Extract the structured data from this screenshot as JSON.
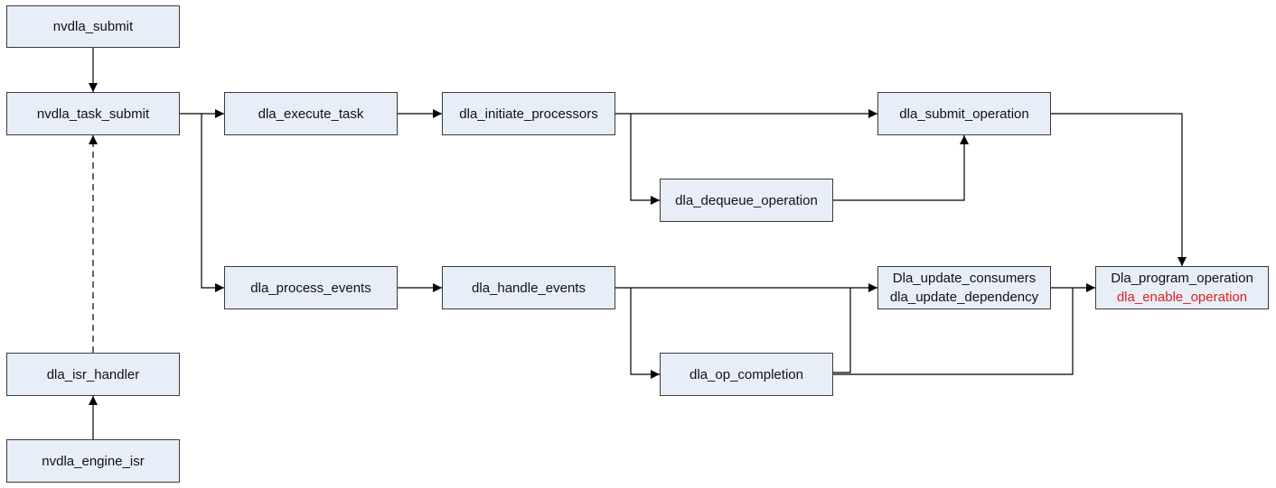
{
  "nodes": {
    "nvdla_submit": "nvdla_submit",
    "nvdla_task_submit": "nvdla_task_submit",
    "dla_isr_handler": "dla_isr_handler",
    "nvdla_engine_isr": "nvdla_engine_isr",
    "dla_execute_task": "dla_execute_task",
    "dla_initiate_processors": "dla_initiate_processors",
    "dla_submit_operation": "dla_submit_operation",
    "dla_dequeue_operation": "dla_dequeue_operation",
    "dla_process_events": "dla_process_events",
    "dla_handle_events": "dla_handle_events",
    "dla_update_consumers": "Dla_update_consumers",
    "dla_update_dependency": "dla_update_dependency",
    "dla_op_completion": "dla_op_completion",
    "dla_program_operation": "Dla_program_operation",
    "dla_enable_operation": "dla_enable_operation"
  },
  "edges": [
    {
      "from": "nvdla_submit",
      "to": "nvdla_task_submit",
      "style": "solid"
    },
    {
      "from": "dla_isr_handler",
      "to": "nvdla_task_submit",
      "style": "dashed"
    },
    {
      "from": "nvdla_engine_isr",
      "to": "dla_isr_handler",
      "style": "solid"
    },
    {
      "from": "nvdla_task_submit",
      "to": "dla_execute_task",
      "style": "solid"
    },
    {
      "from": "nvdla_task_submit",
      "to": "dla_process_events",
      "style": "solid"
    },
    {
      "from": "dla_execute_task",
      "to": "dla_initiate_processors",
      "style": "solid"
    },
    {
      "from": "dla_initiate_processors",
      "to": "dla_submit_operation",
      "style": "solid"
    },
    {
      "from": "dla_initiate_processors",
      "to": "dla_dequeue_operation",
      "style": "solid"
    },
    {
      "from": "dla_dequeue_operation",
      "to": "dla_submit_operation",
      "style": "solid"
    },
    {
      "from": "dla_submit_operation",
      "to": "dla_program_operation",
      "style": "solid"
    },
    {
      "from": "dla_process_events",
      "to": "dla_handle_events",
      "style": "solid"
    },
    {
      "from": "dla_handle_events",
      "to": "dla_update_consumers",
      "style": "solid"
    },
    {
      "from": "dla_handle_events",
      "to": "dla_op_completion",
      "style": "solid"
    },
    {
      "from": "dla_op_completion",
      "to": "dla_update_consumers",
      "style": "solid"
    },
    {
      "from": "dla_op_completion",
      "to": "dla_program_operation",
      "style": "solid"
    },
    {
      "from": "dla_update_consumers",
      "to": "dla_program_operation",
      "style": "solid"
    }
  ],
  "colors": {
    "box_fill": "#e8eef8",
    "box_border": "#3a3a3a",
    "line": "#000000",
    "highlight_text": "#e02020"
  }
}
